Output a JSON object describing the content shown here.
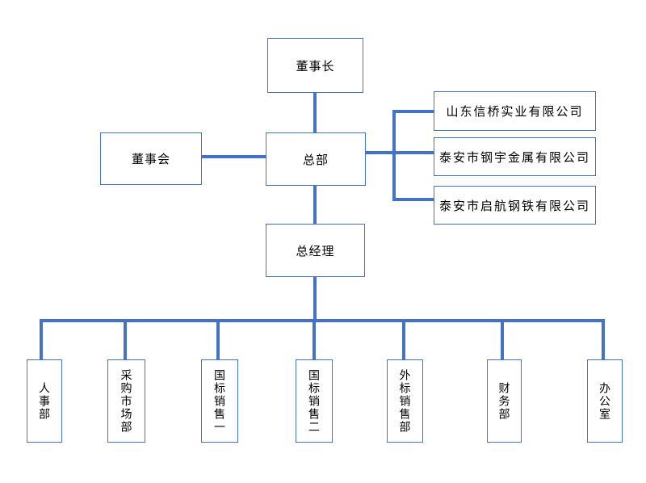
{
  "diagram": {
    "type": "org-chart",
    "nodes": {
      "chairman": {
        "label": "董事长"
      },
      "board": {
        "label": "董事会"
      },
      "hq": {
        "label": "总部"
      },
      "gm": {
        "label": "总经理"
      }
    },
    "subsidiaries": [
      {
        "label": "山东信桥实业有限公司"
      },
      {
        "label": "泰安市钢宇金属有限公司"
      },
      {
        "label": "泰安市启航钢铁有限公司"
      }
    ],
    "departments": [
      {
        "label": "人事部"
      },
      {
        "label": "采购市场部"
      },
      {
        "label": "国标销售一"
      },
      {
        "label": "国标销售二"
      },
      {
        "label": "外标销售部"
      },
      {
        "label": "财务部"
      },
      {
        "label": "办公室"
      }
    ],
    "colors": {
      "line": "#4472C4",
      "border": "#4472C4",
      "text": "#000000",
      "background": "#FFFFFF"
    }
  }
}
